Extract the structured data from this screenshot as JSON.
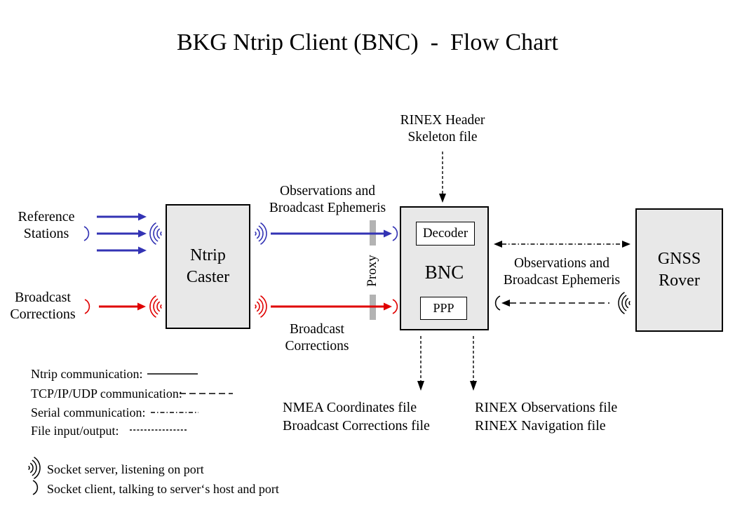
{
  "title": "BKG Ntrip Client (BNC)  -  Flow Chart",
  "colors": {
    "ntrip_blue": "#3333b4",
    "corrections_red": "#e00000",
    "node_fill": "#e8e8e8",
    "proxy_gray": "#b3b3b3"
  },
  "nodes": {
    "ntrip_caster": "Ntrip\nCaster",
    "bnc": "BNC",
    "decoder": "Decoder",
    "ppp": "PPP",
    "gnss_rover": "GNSS\nRover",
    "proxy": "Proxy"
  },
  "labels": {
    "rinex_header_skeleton": "RINEX Header\nSkeleton file",
    "reference_stations": "Reference\nStations",
    "broadcast_corrections_left": "Broadcast\nCorrections",
    "observations_ephemeris_top": "Observations and\nBroadcast Ephemeris",
    "broadcast_corrections_mid": "Broadcast\nCorrections",
    "observations_ephemeris_right": "Observations and\nBroadcast Ephemeris",
    "nmea_files": "NMEA Coordinates file\nBroadcast Corrections file",
    "rinex_files": "RINEX Observations file\nRINEX Navigation file"
  },
  "legend": {
    "items": [
      {
        "label": "Ntrip communication:",
        "style": "solid"
      },
      {
        "label": "TCP/IP/UDP communication:",
        "style": "dashed"
      },
      {
        "label": "Serial communication:",
        "style": "dashdot"
      },
      {
        "label": "File input/output:",
        "style": "dotted"
      }
    ]
  },
  "notes": {
    "socket_server": "Socket server, listening on port",
    "socket_client": "Socket client, talking to server‘s host and port"
  }
}
